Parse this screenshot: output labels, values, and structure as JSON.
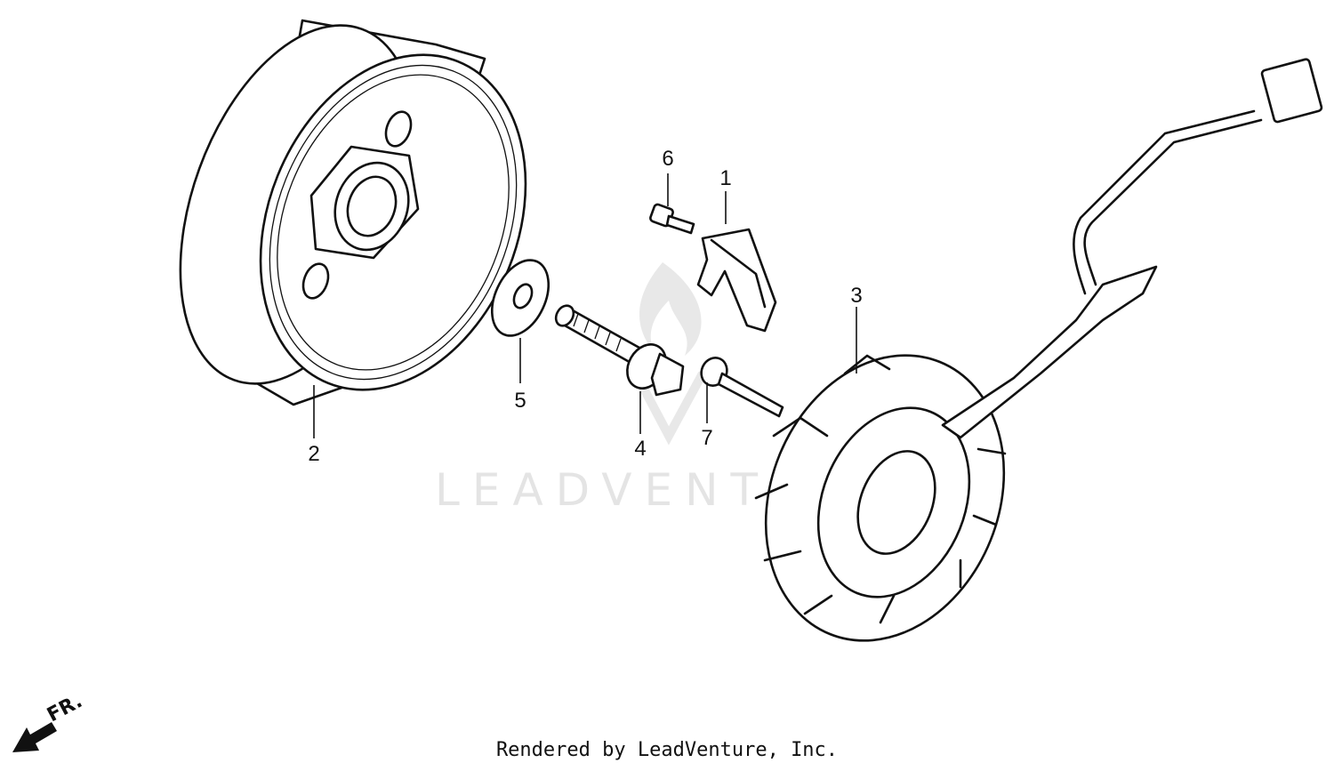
{
  "callouts": {
    "c1": "1",
    "c2": "2",
    "c3": "3",
    "c4": "4",
    "c5": "5",
    "c6": "6",
    "c7": "7"
  },
  "watermark": "LEADVENTURE",
  "direction_label": "FR.",
  "footer": "Rendered by LeadVenture, Inc.",
  "colors": {
    "ink": "#111111",
    "watermark": "#d2d2d2",
    "background": "#ffffff"
  }
}
